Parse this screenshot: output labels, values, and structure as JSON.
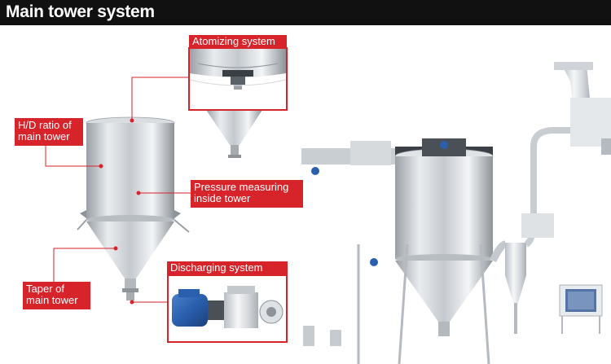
{
  "header": {
    "title": "Main tower system"
  },
  "labels": {
    "atomizing": "Atomizing system",
    "hd_ratio": [
      "H/D ratio of",
      "main tower"
    ],
    "pressure": [
      "Pressure measuring",
      "inside tower"
    ],
    "discharging": "Discharging system",
    "taper": [
      "Taper of",
      "main tower"
    ]
  },
  "colors": {
    "accent": "#d7232a",
    "header_bg": "#111111"
  }
}
